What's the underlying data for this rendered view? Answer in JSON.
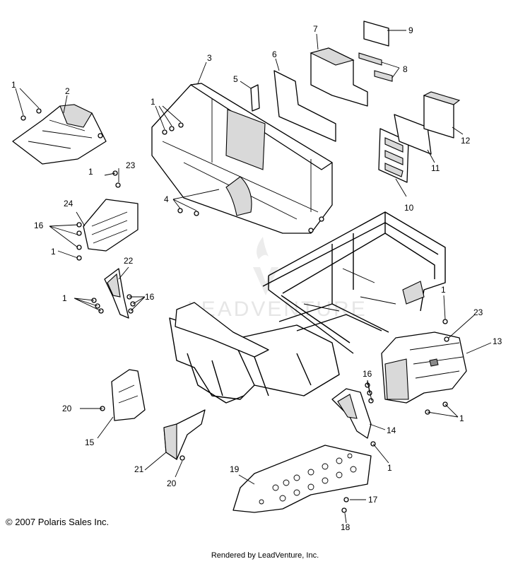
{
  "watermark": "LEADVENTURE",
  "callouts": [
    "1",
    "2",
    "3",
    "4",
    "5",
    "6",
    "7",
    "8",
    "9",
    "10",
    "11",
    "12",
    "13",
    "14",
    "15",
    "16",
    "17",
    "18",
    "19",
    "20",
    "21",
    "22",
    "23",
    "24"
  ],
  "copyright": "© 2007 Polaris Sales Inc.",
  "rendered_by": "Rendered by LeadVenture, Inc."
}
